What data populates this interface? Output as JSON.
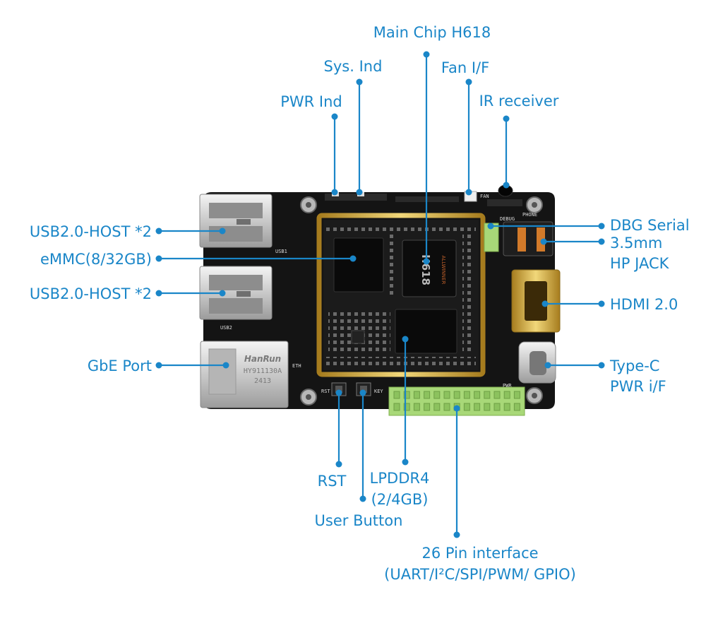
{
  "labels": {
    "main_chip": "Main Chip H618",
    "sys_ind": "Sys. Ind",
    "fan_if": "Fan I/F",
    "pwr_ind": "PWR Ind",
    "ir_receiver": "IR receiver",
    "usb_host_top": "USB2.0-HOST *2",
    "emmc": "eMMC(8/32GB)",
    "usb_host_bottom": "USB2.0-HOST *2",
    "gbe_port": "GbE Port",
    "dbg_serial": "DBG Serial",
    "hp_jack_line1": "3.5mm",
    "hp_jack_line2": "HP JACK",
    "hdmi": "HDMI 2.0",
    "typec_line1": "Type-C",
    "typec_line2": "PWR i/F",
    "rst": "RST",
    "lpddr4_line1": "LPDDR4",
    "lpddr4_line2": "(2/4GB)",
    "user_button": "User Button",
    "pin_line1": "26 Pin interface",
    "pin_line2": "(UART/I²C/SPI/PWM/ GPIO)"
  },
  "board_silkscreen": {
    "soc_marking": "H618",
    "soc_code": "ALLWINNER",
    "ethernet_brand": "HanRun",
    "ethernet_model": "HY911130A",
    "ethernet_date": "2413",
    "usb1": "USB1",
    "usb2": "USB2",
    "eth": "ETH",
    "rst": "RST",
    "key": "KEY",
    "pwr": "PWR",
    "fan": "FAN",
    "debug": "DEBUG",
    "phone": "PHONE"
  },
  "colors": {
    "label": "#1a86c8",
    "board": "#141414",
    "gold": "#c9a23a",
    "header_green": "#a8d878"
  }
}
